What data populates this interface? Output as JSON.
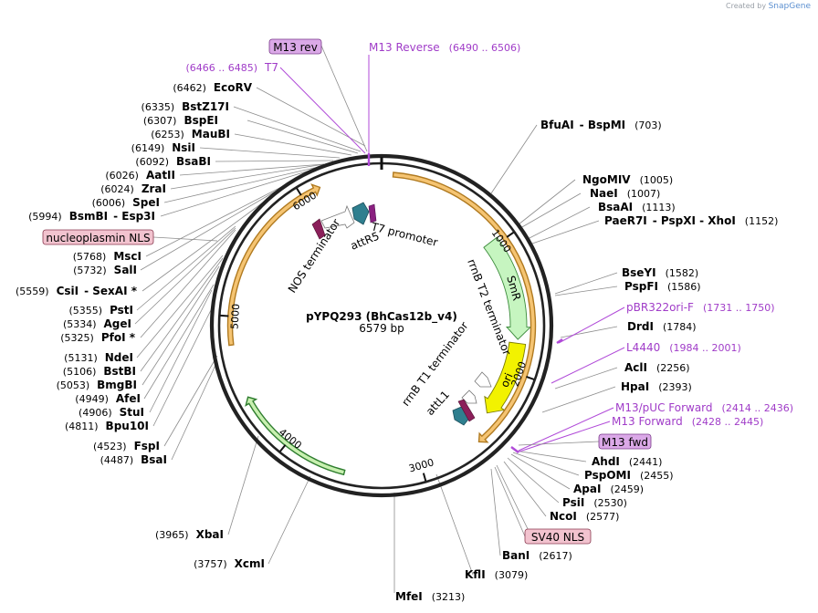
{
  "credit": {
    "created_by": "Created by",
    "brand": "SnapGene"
  },
  "plasmid": {
    "name": "pYPQ293 (BhCas12b_v4)",
    "length_label": "6579 bp",
    "total_bp": 6579
  },
  "ticks": [
    {
      "bp": 1000,
      "label": "1000"
    },
    {
      "bp": 2000,
      "label": "2000"
    },
    {
      "bp": 3000,
      "label": "3000"
    },
    {
      "bp": 4000,
      "label": "4000"
    },
    {
      "bp": 5000,
      "label": "5000"
    },
    {
      "bp": 6000,
      "label": "6000"
    }
  ],
  "features": [
    {
      "name": "SmR",
      "start": 960,
      "end": 1750,
      "color": "#c6f5c0",
      "label": "SmR"
    },
    {
      "name": "ori",
      "start": 1780,
      "end": 2370,
      "color": "#f2f200",
      "label": "ori"
    },
    {
      "name": "cas-cds",
      "start": 80,
      "end": 2560,
      "color": "#f5c472",
      "label": ""
    },
    {
      "name": "green-cds",
      "start": 3550,
      "end": 4420,
      "color": "#c8f0b0",
      "label": ""
    },
    {
      "name": "orange-cds-left",
      "start": 4800,
      "end": 6140,
      "color": "#f5c472",
      "label": ""
    }
  ],
  "inner_labels": [
    {
      "text": "T7 promoter"
    },
    {
      "text": "attR5"
    },
    {
      "text": "NOS terminator"
    },
    {
      "text": "rrnB T2 terminator"
    },
    {
      "text": "rrnB T1 terminator"
    },
    {
      "text": "attL1"
    }
  ],
  "left_sites": [
    {
      "pos": "(6462)",
      "name": "EcoRV"
    },
    {
      "pos": "(6335)",
      "name": "BstZ17I"
    },
    {
      "pos": "(6307)",
      "name": "BspEI"
    },
    {
      "pos": "(6253)",
      "name": "MauBI"
    },
    {
      "pos": "(6149)",
      "name": "NsiI"
    },
    {
      "pos": "(6092)",
      "name": "BsaBI"
    },
    {
      "pos": "(6026)",
      "name": "AatII"
    },
    {
      "pos": "(6024)",
      "name": "ZraI"
    },
    {
      "pos": "(6006)",
      "name": "SpeI"
    },
    {
      "pos": "(5994)",
      "name": "BsmBI",
      "extra": "- Esp3I"
    },
    {
      "pos": "(5768)",
      "name": "MscI"
    },
    {
      "pos": "(5732)",
      "name": "SalI"
    },
    {
      "pos": "(5559)",
      "name": "CsiI",
      "extra": "- SexAI *"
    },
    {
      "pos": "(5355)",
      "name": "PstI"
    },
    {
      "pos": "(5334)",
      "name": "AgeI"
    },
    {
      "pos": "(5325)",
      "name": "PfoI *"
    },
    {
      "pos": "(5131)",
      "name": "NdeI"
    },
    {
      "pos": "(5106)",
      "name": "BstBI"
    },
    {
      "pos": "(5053)",
      "name": "BmgBI"
    },
    {
      "pos": "(4949)",
      "name": "AfeI"
    },
    {
      "pos": "(4906)",
      "name": "StuI"
    },
    {
      "pos": "(4811)",
      "name": "Bpu10I"
    },
    {
      "pos": "(4523)",
      "name": "FspI"
    },
    {
      "pos": "(4487)",
      "name": "BsaI"
    },
    {
      "pos": "(3965)",
      "name": "XbaI"
    },
    {
      "pos": "(3757)",
      "name": "XcmI"
    }
  ],
  "right_sites": [
    {
      "name": "BfuAI",
      "extra": "- BspMI",
      "pos": "(703)"
    },
    {
      "name": "NgoMIV",
      "pos": "(1005)"
    },
    {
      "name": "NaeI",
      "pos": "(1007)"
    },
    {
      "name": "BsaAI",
      "pos": "(1113)"
    },
    {
      "name": "PaeR7I",
      "extra": "- PspXI - XhoI",
      "pos": "(1152)"
    },
    {
      "name": "BseYI",
      "pos": "(1582)"
    },
    {
      "name": "PspFI",
      "pos": "(1586)"
    },
    {
      "name": "DrdI",
      "pos": "(1784)"
    },
    {
      "name": "AclI",
      "pos": "(2256)"
    },
    {
      "name": "HpaI",
      "pos": "(2393)"
    },
    {
      "name": "AhdI",
      "pos": "(2441)"
    },
    {
      "name": "PspOMI",
      "pos": "(2455)"
    },
    {
      "name": "ApaI",
      "pos": "(2459)"
    },
    {
      "name": "PsiI",
      "pos": "(2530)"
    },
    {
      "name": "NcoI",
      "pos": "(2577)"
    },
    {
      "name": "BanI",
      "pos": "(2617)"
    },
    {
      "name": "KflI",
      "pos": "(3079)"
    },
    {
      "name": "MfeI",
      "pos": "(3213)"
    }
  ],
  "primers": [
    {
      "name": "M13 Reverse",
      "range": "(6490 .. 6506)"
    },
    {
      "name": "T7",
      "range": "(6466 .. 6485)"
    },
    {
      "name": "pBR322ori-F",
      "range": "(1731 .. 1750)"
    },
    {
      "name": "L4440",
      "range": "(1984 .. 2001)"
    },
    {
      "name": "M13/pUC Forward",
      "range": "(2414 .. 2436)"
    },
    {
      "name": "M13 Forward",
      "range": "(2428 .. 2445)"
    }
  ],
  "boxed_features": [
    {
      "name": "M13 rev"
    },
    {
      "name": "nucleoplasmin NLS"
    },
    {
      "name": "M13 fwd"
    },
    {
      "name": "SV40 NLS"
    }
  ]
}
